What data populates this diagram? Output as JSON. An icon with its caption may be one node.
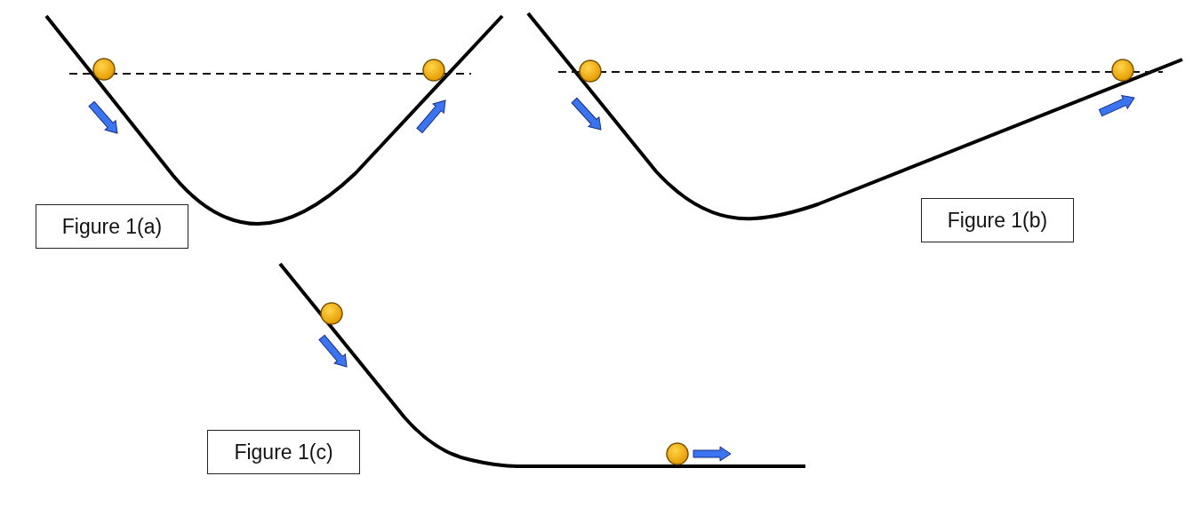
{
  "diagram": {
    "nodes": [
      {
        "text": [
          "Figure 1(a)"
        ]
      },
      {
        "text": [
          "Figure 1(b)"
        ]
      },
      {
        "text": [
          "Figure 1(c)"
        ]
      }
    ]
  }
}
